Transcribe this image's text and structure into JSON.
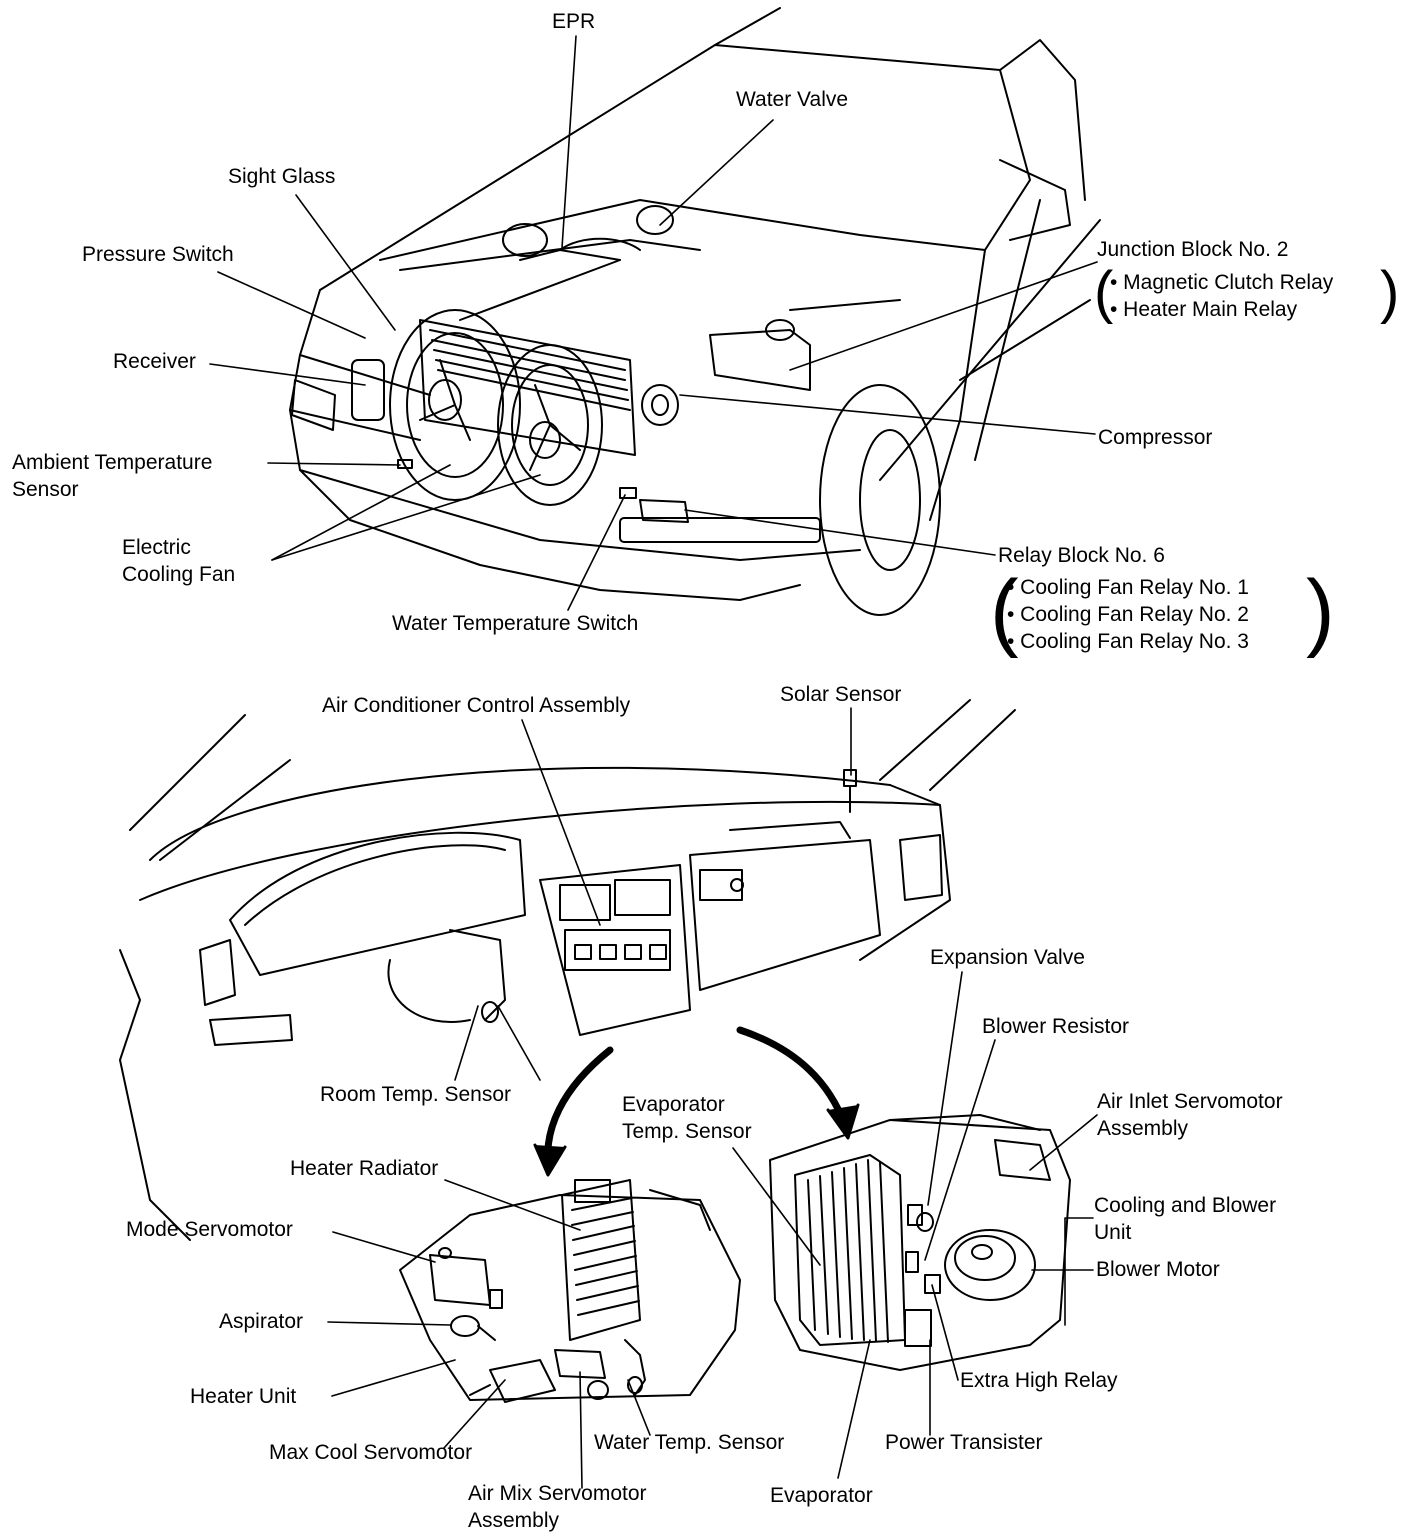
{
  "engine_bay": {
    "epr": "EPR",
    "water_valve": "Water Valve",
    "sight_glass": "Sight Glass",
    "pressure_switch": "Pressure Switch",
    "receiver": "Receiver",
    "ambient_temp_sensor": [
      "Ambient Temperature",
      "Sensor"
    ],
    "electric_cooling_fan": [
      "Electric",
      "Cooling Fan"
    ],
    "water_temperature_switch": "Water Temperature Switch",
    "junction_block": {
      "title": "Junction Block No. 2",
      "items": [
        "• Magnetic Clutch Relay",
        "• Heater Main Relay"
      ]
    },
    "compressor": "Compressor",
    "relay_block": {
      "title": "Relay Block No. 6",
      "items": [
        "• Cooling Fan Relay No. 1",
        "• Cooling Fan Relay No. 2",
        "• Cooling Fan Relay No. 3"
      ]
    }
  },
  "dashboard": {
    "ac_control_assembly": "Air Conditioner Control Assembly",
    "solar_sensor": "Solar Sensor",
    "expansion_valve": "Expansion Valve",
    "blower_resistor": "Blower Resistor",
    "room_temp_sensor": "Room Temp. Sensor",
    "evaporator_temp_sensor": [
      "Evaporator",
      "Temp. Sensor"
    ],
    "air_inlet_servomotor": [
      "Air Inlet Servomotor",
      "Assembly"
    ],
    "heater_radiator": "Heater Radiator",
    "cooling_blower_unit": [
      "Cooling and Blower",
      "Unit"
    ],
    "mode_servomotor": "Mode Servomotor",
    "blower_motor": "Blower Motor",
    "aspirator": "Aspirator",
    "extra_high_relay": "Extra High Relay",
    "heater_unit": "Heater Unit",
    "max_cool_servomotor": "Max Cool Servomotor",
    "water_temp_sensor": "Water Temp. Sensor",
    "power_transister": "Power Transister",
    "air_mix_servomotor": [
      "Air Mix Servomotor",
      "Assembly"
    ],
    "evaporator": "Evaporator"
  }
}
